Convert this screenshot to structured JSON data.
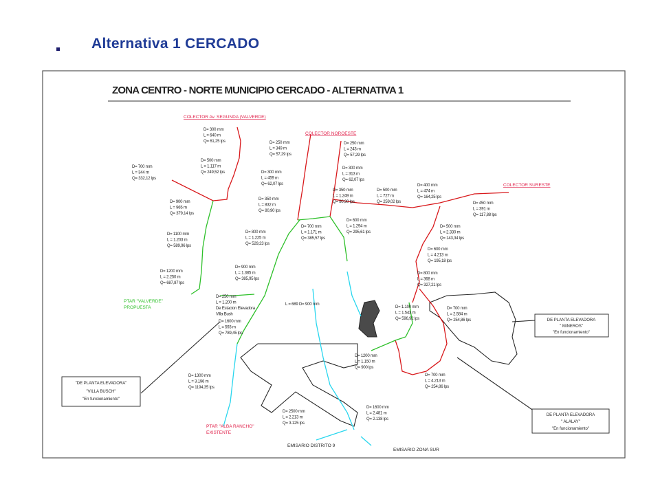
{
  "slide": {
    "title": "Alternativa 1 CERCADO"
  },
  "plan": {
    "title": "ZONA CENTRO - NORTE MUNICIPIO CERCADO - ALTERNATIVA 1",
    "colors": {
      "red": "#d8181b",
      "green": "#2ec02a",
      "cyan": "#28d6ee",
      "black": "#2a2a2a",
      "label_red": "#e0204a"
    },
    "collectors": [
      {
        "id": "segunda",
        "text": "COLECTOR Av. SEGUNDA (VALVERDE)"
      },
      {
        "id": "noroeste",
        "text": "COLECTOR NOROESTE"
      },
      {
        "id": "sureste",
        "text": "COLECTOR SURESTE"
      }
    ],
    "facilities": [
      {
        "id": "ptar-valverde",
        "lines": [
          "PTAR \"VALVERDE\"",
          "PROPUESTA"
        ]
      },
      {
        "id": "ptar-alba",
        "lines": [
          "PTAR \"ALBA RANCHO\"",
          "EXISTENTE"
        ]
      }
    ],
    "boxes": [
      {
        "id": "villa-busch",
        "lines": [
          "\"DE PLANTA ELEVADORA\"",
          "\"VILLA BUSCH\"",
          "\"En funcionamiento\""
        ]
      },
      {
        "id": "mineros",
        "lines": [
          "DE PLANTA ELEVADORA",
          "\" MINEROS\"",
          "\"En funcionamiento\""
        ]
      },
      {
        "id": "alalay",
        "lines": [
          "DE PLANTA ELEVADORA",
          "\" ALALAY\"",
          "\"En funcionamiento\""
        ]
      }
    ],
    "emisarios": [
      {
        "id": "distrito9",
        "text": "EMISARIO DISTRITO 9"
      },
      {
        "id": "zona-sur",
        "text": "EMISARIO ZONA SUR"
      }
    ],
    "pipe_labels": [
      {
        "id": "p1",
        "lines": [
          "D= 300 mm",
          "L = 640 m",
          "Q= 61,25 lps"
        ]
      },
      {
        "id": "p2",
        "lines": [
          "D= 500 mm",
          "L = 1.117 m",
          "Q= 249,52 lps"
        ]
      },
      {
        "id": "p3",
        "lines": [
          "D= 700 mm",
          "L = 344 m",
          "Q= 332,12 lps"
        ]
      },
      {
        "id": "p4",
        "lines": [
          "D= 900 mm",
          "L = 965 m",
          "Q= 379,14 lps"
        ]
      },
      {
        "id": "p5",
        "lines": [
          "D= 1100 mm",
          "L = 1.203 m",
          "Q= 589,96 lps"
        ]
      },
      {
        "id": "p6",
        "lines": [
          "D= 1200 mm",
          "L = 2.250 m",
          "Q= 687,87 lps"
        ]
      },
      {
        "id": "p7",
        "lines": [
          "D= 250 mm",
          "L = 349 m",
          "Q= 57,29 lps"
        ]
      },
      {
        "id": "p8",
        "lines": [
          "D= 250 mm",
          "L = 243 m",
          "Q= 57,29 lps"
        ]
      },
      {
        "id": "p9",
        "lines": [
          "D= 300 mm",
          "L = 459 m",
          "Q= 62,07 lps"
        ]
      },
      {
        "id": "p10",
        "lines": [
          "D= 300 mm",
          "L = 313 m",
          "Q= 62,07 lps"
        ]
      },
      {
        "id": "p11",
        "lines": [
          "D= 350 mm",
          "L = 1.249 m",
          "Q= 80,90 lps"
        ]
      },
      {
        "id": "p12",
        "lines": [
          "D= 500 mm",
          "L = 727 m",
          "Q= 259,02 lps"
        ]
      },
      {
        "id": "p13",
        "lines": [
          "D= 400 mm",
          "L = 474 m",
          "Q= 164,25 lps"
        ]
      },
      {
        "id": "p14",
        "lines": [
          "D= 350 mm",
          "L = 832 m",
          "Q= 80,90 lps"
        ]
      },
      {
        "id": "p15",
        "lines": [
          "D= 600 mm",
          "L = 1.294 m",
          "Q= 295,61 lps"
        ]
      },
      {
        "id": "p16",
        "lines": [
          "D= 450 mm",
          "L = 391 m",
          "Q= 117,88 lps"
        ]
      },
      {
        "id": "p17",
        "lines": [
          "D= 700 mm",
          "L = 1.171 m",
          "Q= 385,57 lps"
        ]
      },
      {
        "id": "p18",
        "lines": [
          "D= 800 mm",
          "L = 1.225 m",
          "Q= 529,23 lps"
        ]
      },
      {
        "id": "p19",
        "lines": [
          "D= 500 mm",
          "L = 2.330 m",
          "Q= 143,34 lps"
        ]
      },
      {
        "id": "p20",
        "lines": [
          "D= 600 mm",
          "L = 4.213 m",
          "Q= 195,18 lps"
        ]
      },
      {
        "id": "p21",
        "lines": [
          "D= 900 mm",
          "L = 1.385 m",
          "Q= 385,95 lps"
        ]
      },
      {
        "id": "p22",
        "lines": [
          "D= 800 mm",
          "L = 368 m",
          "Q= 327,21 lps"
        ]
      },
      {
        "id": "p23",
        "lines": [
          "D= 250 mm",
          "L = 1.200 m",
          "De Estacion Elevadora",
          "Villa Bush"
        ]
      },
      {
        "id": "p24",
        "lines": [
          "L = 689 D= 900 mm"
        ]
      },
      {
        "id": "p25",
        "lines": [
          "D= 1.100 mm",
          "L = 1.543 m",
          "Q= 596,92 lps"
        ]
      },
      {
        "id": "p26",
        "lines": [
          "D= 700 mm",
          "L = 2.584 m",
          "Q= 254,86 lps"
        ]
      },
      {
        "id": "p27",
        "lines": [
          "D= 1600 mm",
          "L = 593 m",
          "Q= 789,45 lps"
        ]
      },
      {
        "id": "p28",
        "lines": [
          "D= 1200 mm",
          "L = 1.150 m",
          "Q= 900 lps"
        ]
      },
      {
        "id": "p29",
        "lines": [
          "D= 1300 mm",
          "L = 3.196 m",
          "Q= 1194,35 lps"
        ]
      },
      {
        "id": "p30",
        "lines": [
          "D= 700 mm",
          "L = 4.213 m",
          "Q= 254,86 lps"
        ]
      },
      {
        "id": "p31",
        "lines": [
          "D= 2500 mm",
          "L = 2.213 m",
          "Q= 3.125 lps"
        ]
      },
      {
        "id": "p32",
        "lines": [
          "D= 1600 mm",
          "L = 2.481 m",
          "Q= 2.138 lps"
        ]
      }
    ]
  }
}
